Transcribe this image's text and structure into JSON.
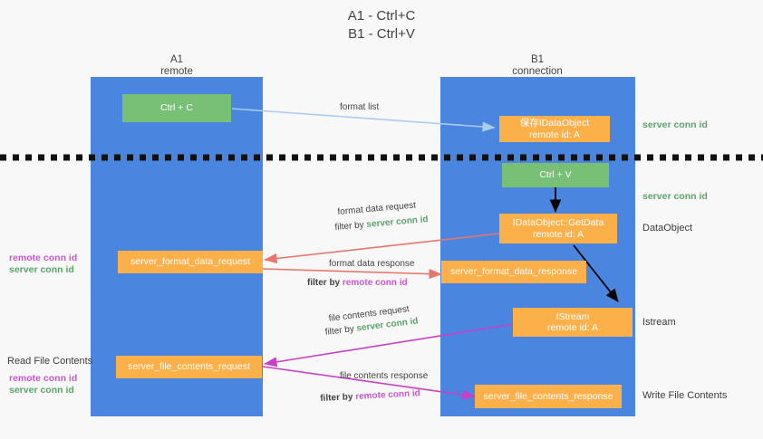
{
  "title": {
    "line1": "A1 - Ctrl+C",
    "line2": "B1 - Ctrl+V"
  },
  "columns": [
    {
      "name": "A1",
      "role": "remote"
    },
    {
      "name": "B1",
      "role": "connection"
    }
  ],
  "nodes": {
    "ctrl_c": {
      "label": "Ctrl + C"
    },
    "save_dataobject": {
      "line1": "保存IDataObject",
      "line2": "remote id: A"
    },
    "ctrl_v": {
      "label": "Ctrl + V"
    },
    "getdata": {
      "line1": "IDataObject::GetData",
      "line2": "remote id: A"
    },
    "istream": {
      "line1": "IStream",
      "line2": "remote id: A"
    },
    "server_format_data_request": {
      "label": "server_format_data_request"
    },
    "server_format_data_response": {
      "label": "server_format_data_response"
    },
    "server_file_contents_request": {
      "label": "server_file_contents_request"
    },
    "server_file_contents_response": {
      "label": "server_file_contents_response"
    }
  },
  "edge_labels": {
    "format_list": "format list",
    "format_data_request": "format data request",
    "format_data_request_filter_prefix": "filter by ",
    "format_data_request_filter_value": "server conn id",
    "format_data_response": "format data response",
    "format_data_response_filter_prefix": "filter by ",
    "format_data_response_filter_value": "remote conn id",
    "file_contents_request": "file contents request",
    "file_contents_request_filter_prefix": "filter by ",
    "file_contents_request_filter_value": "server conn id",
    "file_contents_response": "file contents response",
    "file_contents_response_filter_prefix": "filter by ",
    "file_contents_response_filter_value": "remote conn id"
  },
  "right_labels": {
    "server_conn_id_1": "server conn id",
    "server_conn_id_2": "server conn id",
    "dataobject": "DataObject",
    "istream": "Istream",
    "write_file_contents": "Write File Contents"
  },
  "left_labels": {
    "format_remote": "remote conn id",
    "format_server": "server conn id",
    "read_file_contents": "Read File Contents",
    "file_remote": "remote conn id",
    "file_server": "server conn id"
  },
  "colors": {
    "lane": "#4a86e0",
    "node_orange": "#fcb04a",
    "node_green": "#77c076",
    "server_conn": "#5aa469",
    "remote_conn": "#cc55cc",
    "arrow_blue": "#a9cdf0",
    "arrow_red": "#e8756a",
    "arrow_magenta": "#c83fc8",
    "arrow_black": "#000000",
    "background": "#f8f8f8"
  }
}
